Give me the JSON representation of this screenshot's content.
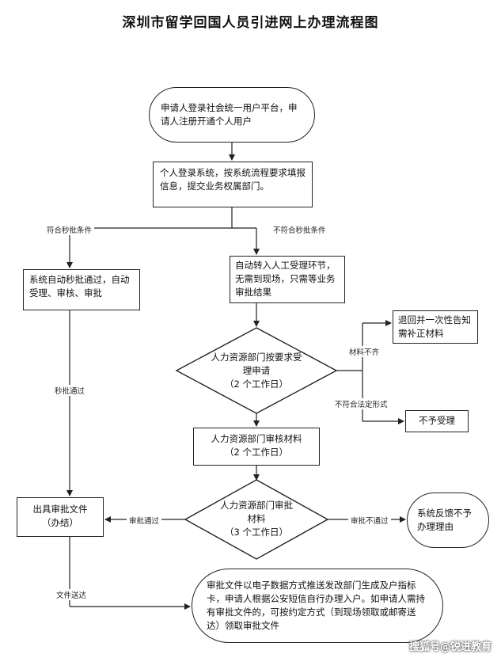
{
  "title": "深圳市留学回国人员引进网上办理流程图",
  "nodes": {
    "start": "申请人登录社会统一用户平台，申请人注册开通个人用户",
    "login": "个人登录系统，按系统流程要求填报信息，提交业务权属部门。",
    "auto_approve": "系统自动秒批通过，自动受理、审核、审批",
    "manual": "自动转入人工受理环节，无需到现场，只需等业务审批结果",
    "hr_accept": "人力资源部门按要求受理申请",
    "hr_accept_days": "（2 个工作日）",
    "return_docs": "退回并一次性告知需补正材料",
    "reject": "不予受理",
    "hr_review": "人力资源部门审核材料",
    "hr_review_days": "（2 个工作日）",
    "hr_approve": "人力资源部门审批材料",
    "hr_approve_days": "（3 个工作日）",
    "issue_doc": "出具审批文件",
    "issue_doc_sub": "（办结）",
    "feedback": "系统反馈不予办理理由",
    "final": "审批文件以电子数据方式推送发改部门生成及户指标卡，申请人根据公安短信自行办理入户。如申请人需持有审批文件的，可按约定方式（到现场领取或邮寄送达）领取审批文件"
  },
  "labels": {
    "meets": "符合秒批条件",
    "not_meets": "不符合秒批条件",
    "incomplete": "材料不齐",
    "not_legal": "不符合法定形式",
    "instant_pass": "秒批通过",
    "approved": "审批通过",
    "not_approved": "审批不通过",
    "delivered": "文件送达"
  },
  "watermark": "搜狐号@锐进教育"
}
